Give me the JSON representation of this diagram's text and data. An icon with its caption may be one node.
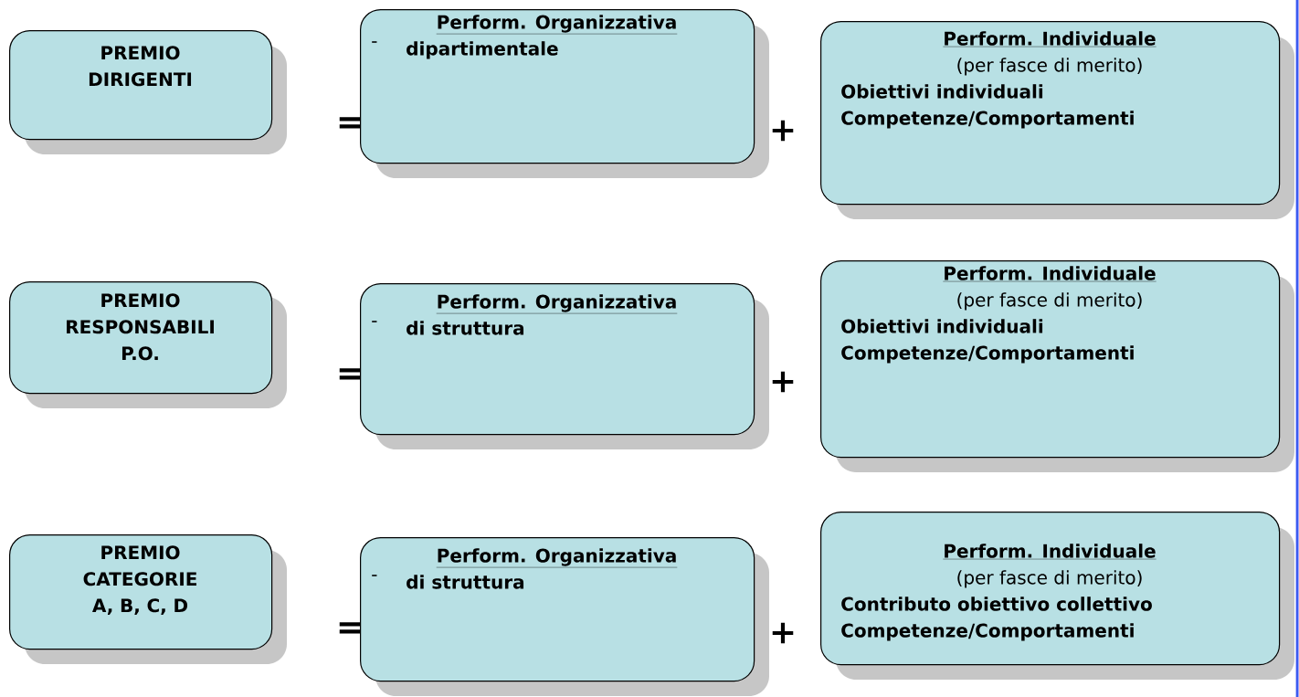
{
  "diagram": {
    "nodes": [
      {
        "text": [
          "PREMIO DIRIGENTI"
        ]
      },
      {
        "text": [
          "Perform. Organizzativa",
          "-",
          "dipartimentale"
        ]
      },
      {
        "text": [
          "Perform. Individuale",
          "(per fasce di merito)",
          "Obiettivi individuali",
          "Competenze/Comportamenti"
        ]
      },
      {
        "text": [
          "PREMIO RESPONSABILI P.O."
        ]
      },
      {
        "text": [
          "Perform. Organizzativa",
          "-",
          "di struttura"
        ]
      },
      {
        "text": [
          "Perform. Individuale",
          "(per fasce di merito)",
          "Obiettivi individuali",
          "Competenze/Comportamenti"
        ]
      },
      {
        "text": [
          "PREMIO CATEGORIE A, B, C, D"
        ]
      },
      {
        "text": [
          "Perform. Organizzativa",
          "-",
          "di struttura"
        ]
      },
      {
        "text": [
          "Perform. Individuale",
          "(per fasce di merito)",
          "Contributo obiettivo collettivo",
          "Competenze/Comportamenti"
        ]
      }
    ],
    "labels": [
      "=",
      "+",
      "=",
      "+",
      "=",
      "+"
    ]
  }
}
